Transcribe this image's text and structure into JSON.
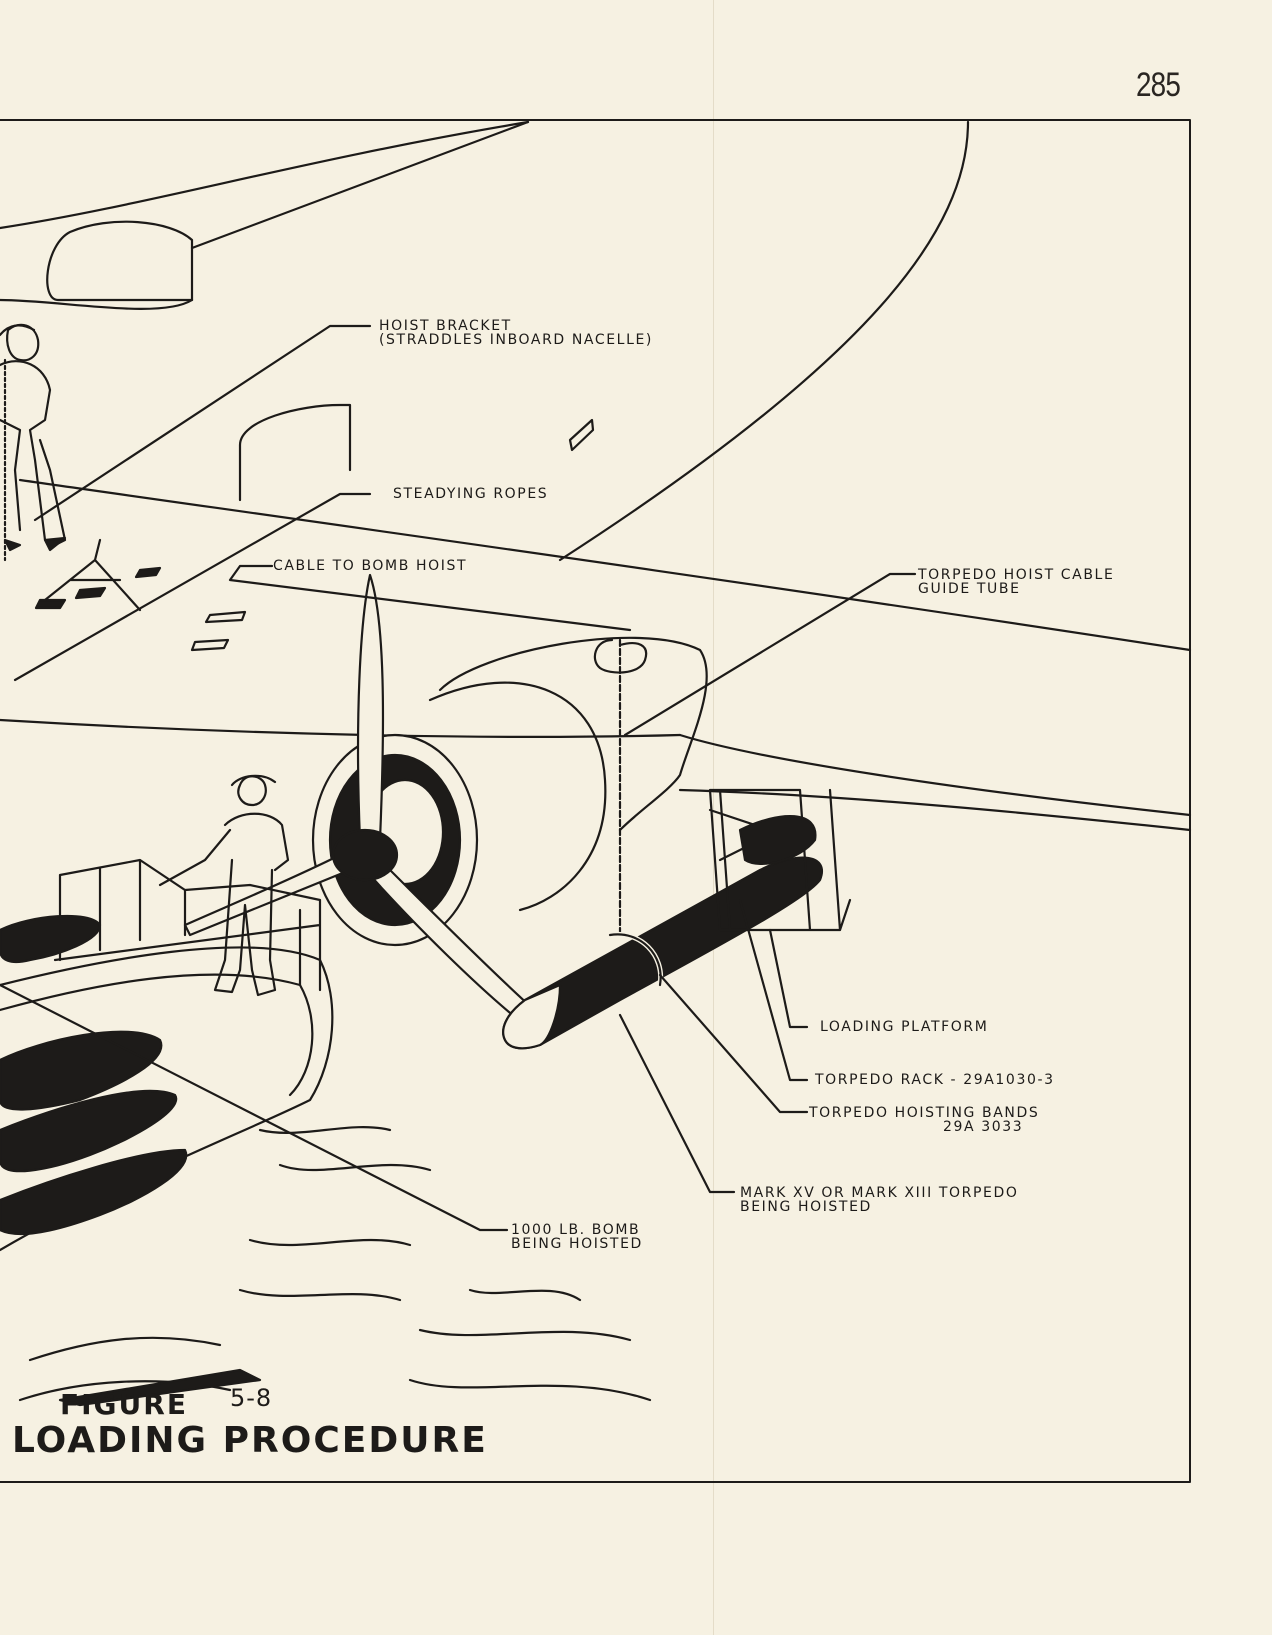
{
  "page": {
    "number": "285"
  },
  "figure": {
    "label": "FIGURE",
    "number": "5-8",
    "title": "LOADING PROCEDURE"
  },
  "callouts": {
    "hoist_bracket": {
      "line1": "HOIST BRACKET",
      "line2": "(STRADDLES INBOARD NACELLE)"
    },
    "steadying_ropes": "STEADYING ROPES",
    "cable_to_bomb_hoist": "CABLE TO BOMB HOIST",
    "torpedo_hoist_cable": {
      "line1": "TORPEDO HOIST CABLE",
      "line2": "GUIDE TUBE"
    },
    "loading_platform": "LOADING PLATFORM",
    "torpedo_rack": "TORPEDO RACK - 29A1030-3",
    "torpedo_hoisting_bands": {
      "line1": "TORPEDO HOISTING BANDS",
      "line2": "29A 3033"
    },
    "mark_torpedo": {
      "line1": "MARK XV OR MARK XIII TORPEDO",
      "line2": "BEING HOISTED"
    },
    "bomb": {
      "line1": "1000 LB. BOMB",
      "line2": "BEING HOISTED"
    }
  },
  "colors": {
    "paper": "#f6f1e2",
    "ink": "#1d1b19"
  }
}
